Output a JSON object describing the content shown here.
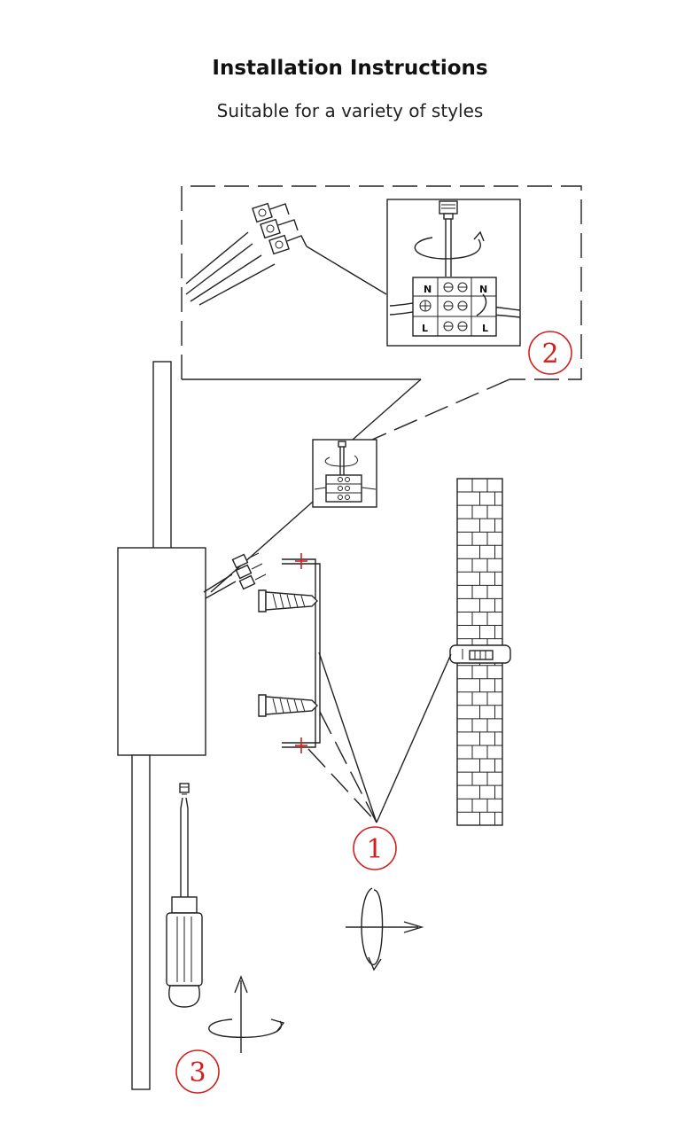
{
  "header": {
    "title": "Installation Instructions",
    "subtitle": "Suitable for a variety of styles"
  },
  "terminal_labels": {
    "neutral": "N",
    "live": "L"
  },
  "steps": [
    {
      "number": "1"
    },
    {
      "number": "2"
    },
    {
      "number": "3"
    }
  ],
  "colors": {
    "step_marker": "#d0201d",
    "line_art": "#222222"
  }
}
